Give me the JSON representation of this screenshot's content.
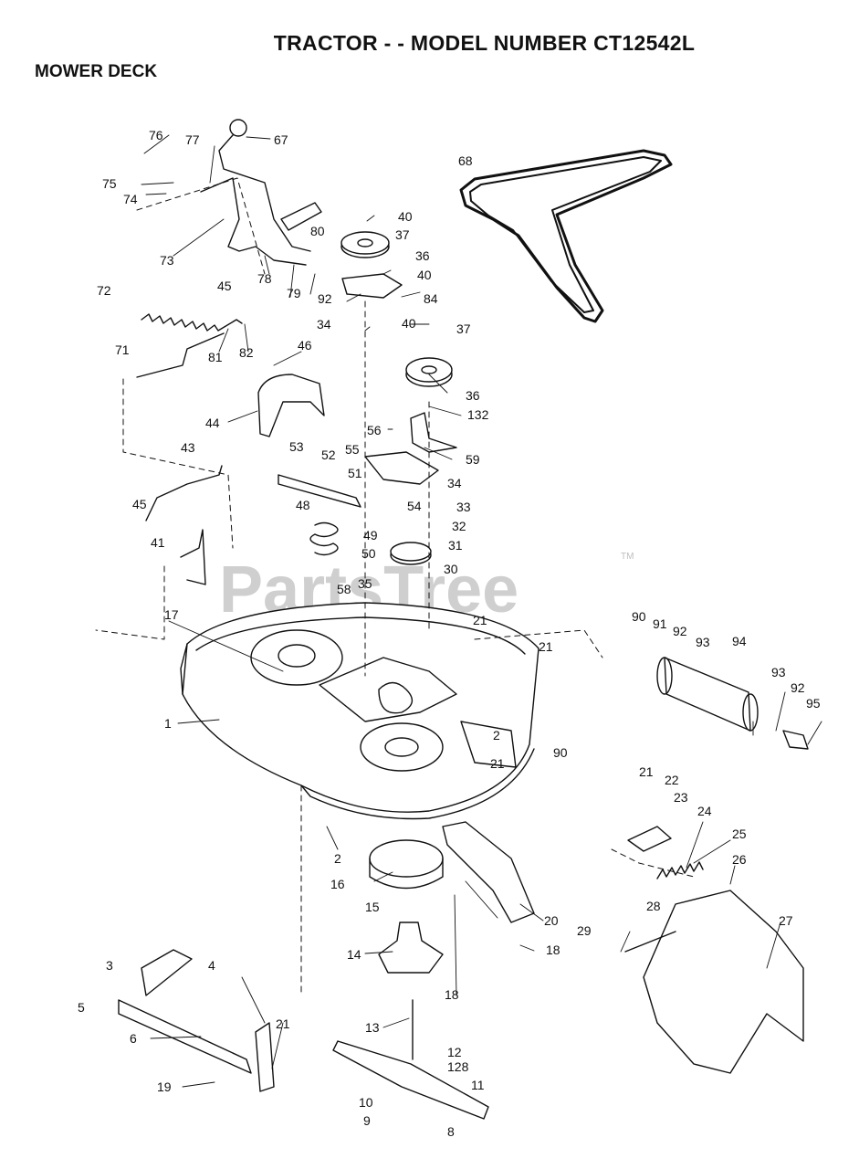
{
  "header": {
    "title": "TRACTOR - - MODEL NUMBER CT12542L",
    "subtitle": "MOWER DECK"
  },
  "watermark": {
    "text": "PartsTree",
    "tm": "TM"
  },
  "callouts": [
    "1",
    "2",
    "2",
    "3",
    "4",
    "5",
    "6",
    "8",
    "9",
    "10",
    "11",
    "12",
    "128",
    "13",
    "14",
    "15",
    "16",
    "17",
    "18",
    "18",
    "19",
    "20",
    "21",
    "21",
    "21",
    "21",
    "21",
    "22",
    "23",
    "24",
    "25",
    "26",
    "27",
    "28",
    "29",
    "30",
    "31",
    "32",
    "33",
    "34",
    "34",
    "35",
    "36",
    "36",
    "37",
    "37",
    "40",
    "40",
    "40",
    "41",
    "43",
    "44",
    "45",
    "45",
    "46",
    "48",
    "49",
    "50",
    "51",
    "52",
    "53",
    "54",
    "55",
    "56",
    "58",
    "59",
    "67",
    "68",
    "71",
    "72",
    "73",
    "74",
    "75",
    "76",
    "77",
    "78",
    "79",
    "80",
    "81",
    "82",
    "84",
    "90",
    "90",
    "91",
    "92",
    "92",
    "92",
    "93",
    "93",
    "94",
    "95",
    "132"
  ]
}
